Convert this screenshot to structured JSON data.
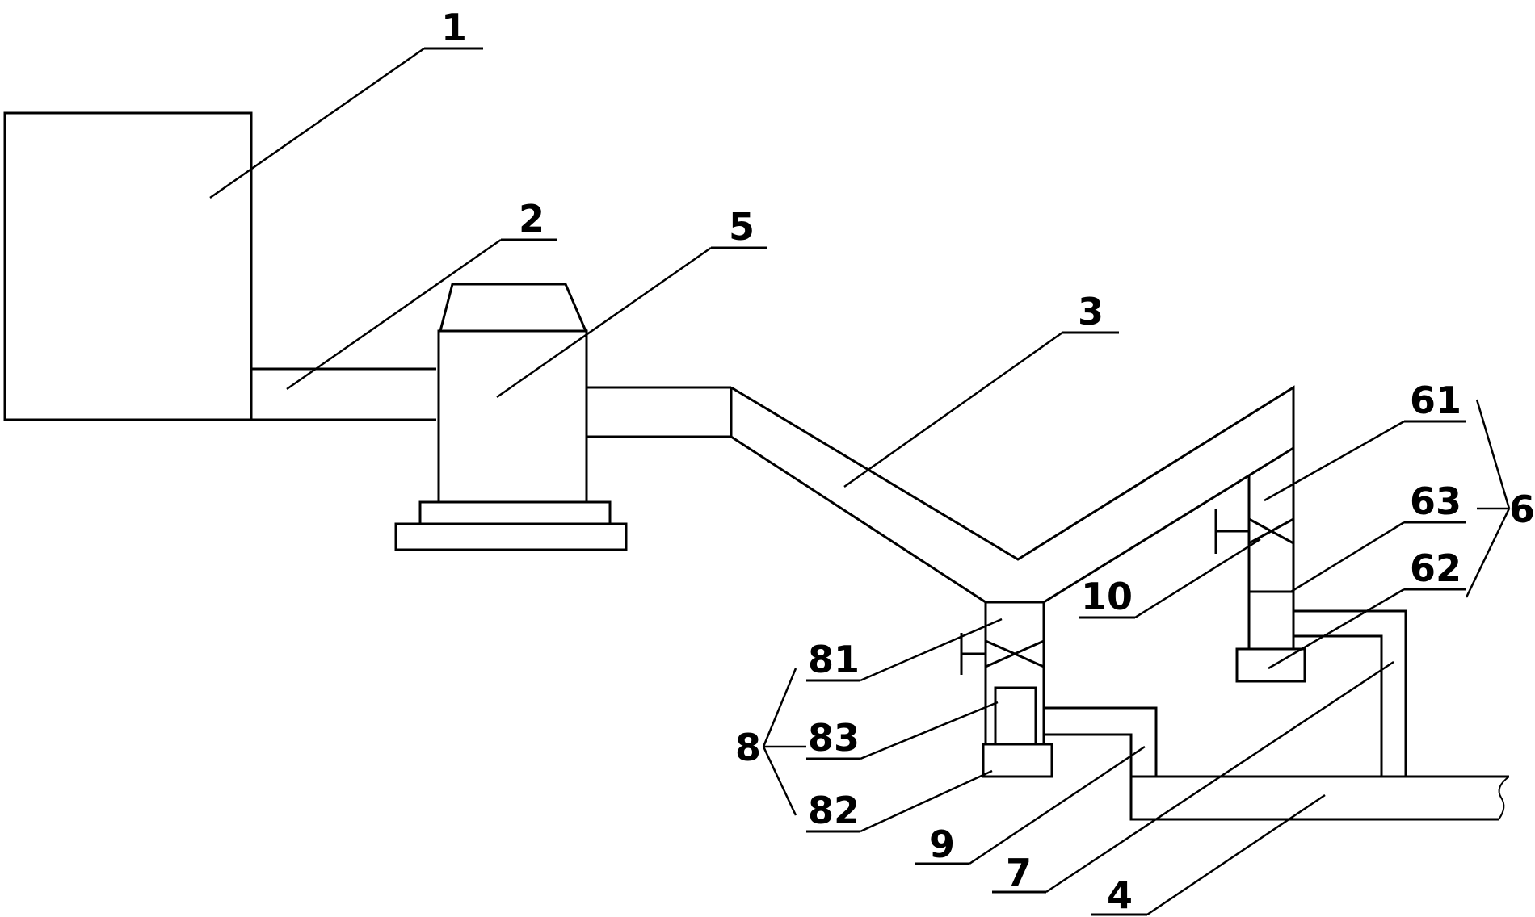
{
  "labels": {
    "l1": "1",
    "l2": "2",
    "l3": "3",
    "l4": "4",
    "l5": "5",
    "l6": "6",
    "l7": "7",
    "l8": "8",
    "l9": "9",
    "l10": "10",
    "l61": "61",
    "l62": "62",
    "l63": "63",
    "l81": "81",
    "l82": "82",
    "l83": "83"
  },
  "colors": {
    "stroke": "#000000",
    "background": "#ffffff"
  }
}
